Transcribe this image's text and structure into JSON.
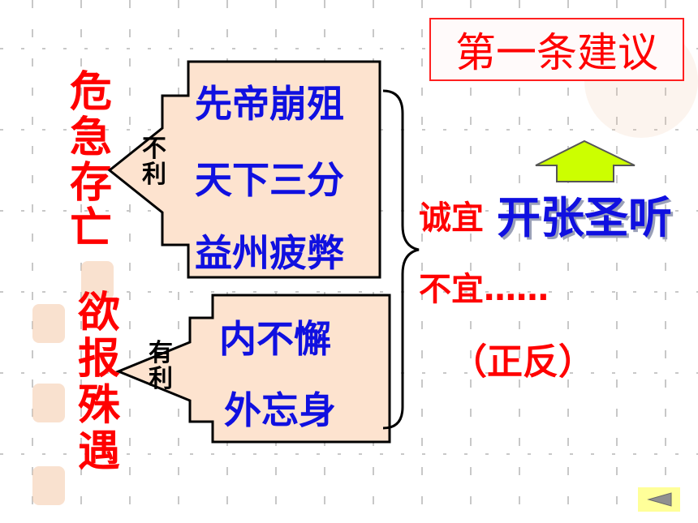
{
  "title": "第一条建议",
  "left_top_vertical": "危急存亡",
  "left_bottom_vertical": "欲报殊遇",
  "top_group": {
    "side_label": "不利",
    "items": [
      "先帝崩殂",
      "天下三分",
      "益州疲弊"
    ]
  },
  "bottom_group": {
    "side_label": "有利",
    "items": [
      "内不懈",
      "外忘身"
    ]
  },
  "right": {
    "cheng_yi": "诚宜",
    "main_phrase": "开张圣听",
    "bu_yi": "不宜……",
    "zheng_fan": "（正反）"
  },
  "colors": {
    "accent_red": "#ff0000",
    "text_blue": "#1010e0",
    "box_fill": "#fde3cf",
    "arrow_fill": "#ccff00"
  },
  "nav": {
    "icon": "triangle-left-icon"
  }
}
